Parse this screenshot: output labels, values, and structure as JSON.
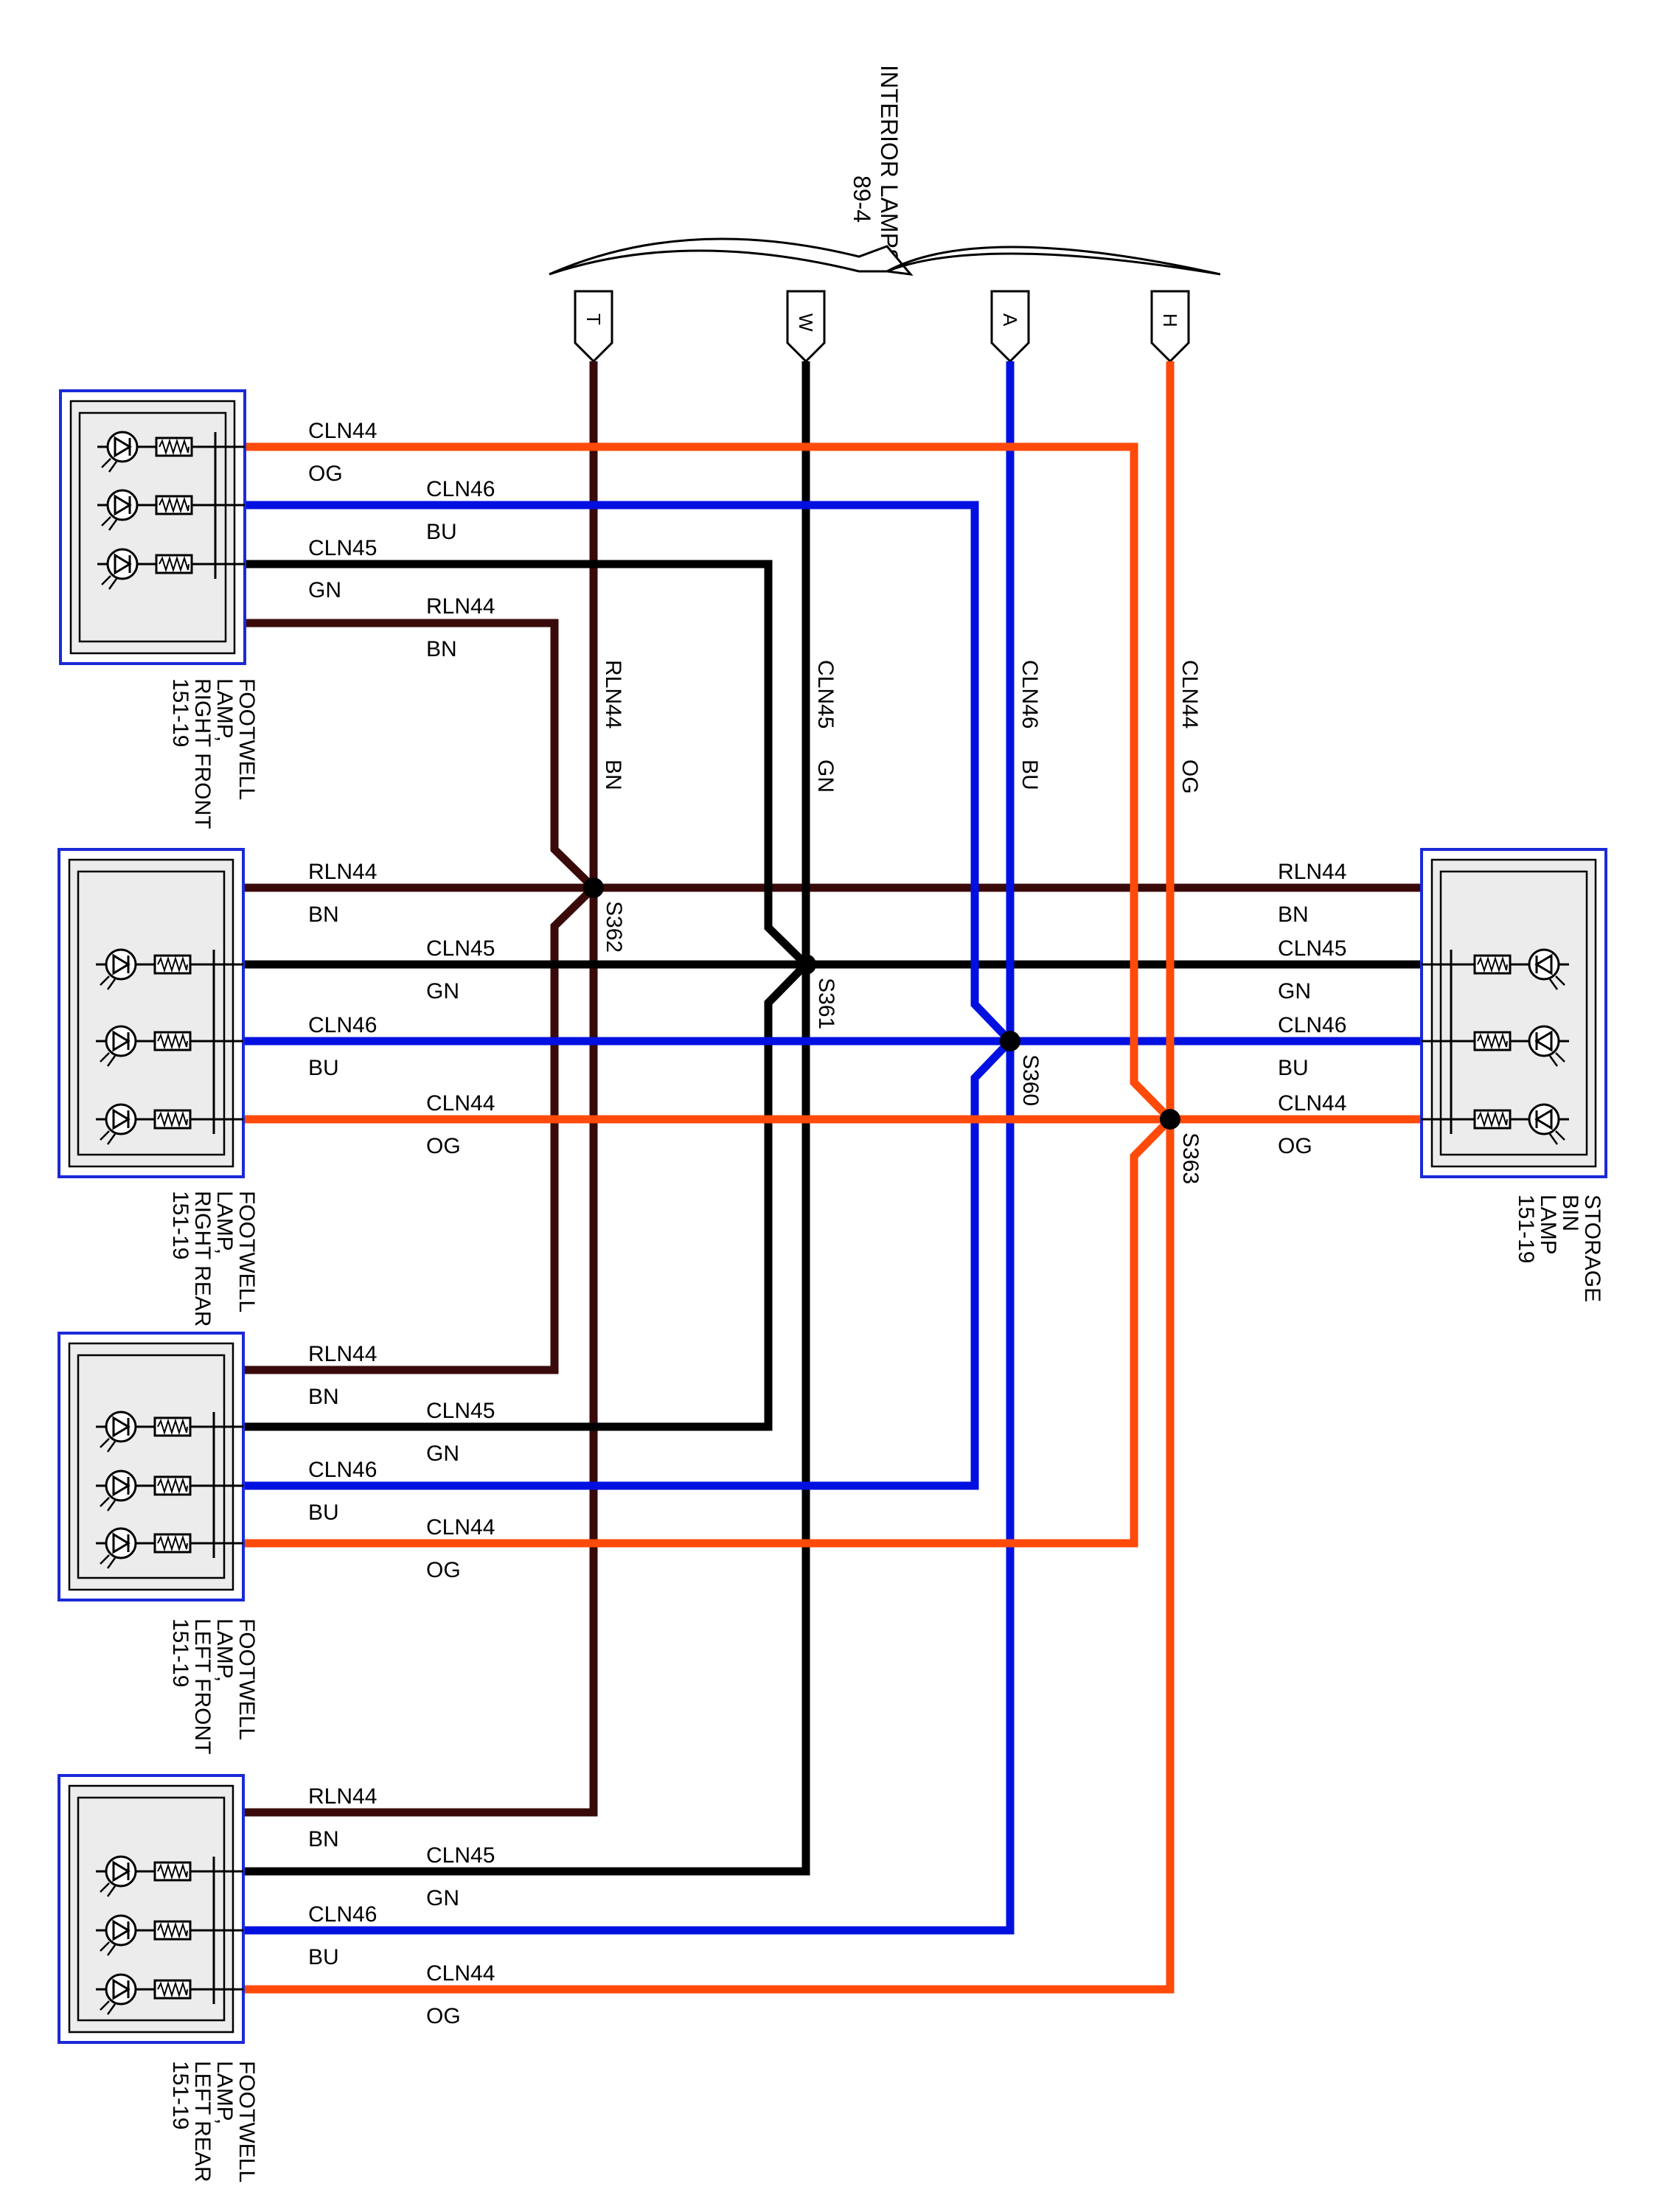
{
  "colors": {
    "BN": "#3a0a0a",
    "GN": "#000000",
    "BU": "#0010e0",
    "OG": "#ff4a0a",
    "frame": "#1a2ad8",
    "box_fill": "#ececec"
  },
  "header": {
    "line1": "INTERIOR LAMPS",
    "line2": "89-4"
  },
  "pins": [
    "T",
    "W",
    "A",
    "H"
  ],
  "riser_labels": [
    {
      "circuit": "RLN44",
      "color": "BN"
    },
    {
      "circuit": "CLN45",
      "color": "GN"
    },
    {
      "circuit": "CLN46",
      "color": "BU"
    },
    {
      "circuit": "CLN44",
      "color": "OG"
    }
  ],
  "splices": [
    "S362",
    "S361",
    "S360",
    "S363"
  ],
  "components": {
    "rf": [
      "FOOTWELL",
      "LAMP,",
      "RIGHT FRONT",
      "151-19"
    ],
    "rr": [
      "FOOTWELL",
      "LAMP,",
      "RIGHT REAR",
      "151-19"
    ],
    "lf": [
      "FOOTWELL",
      "LAMP,",
      "LEFT FRONT",
      "151-19"
    ],
    "lr": [
      "FOOTWELL",
      "LAMP,",
      "LEFT REAR",
      "151-19"
    ],
    "sb": [
      "STORAGE",
      "BIN",
      "LAMP",
      "151-19"
    ]
  },
  "wire_labels": {
    "rf": [
      {
        "circuit": "CLN44",
        "color": "OG"
      },
      {
        "circuit": "CLN46",
        "color": "BU"
      },
      {
        "circuit": "CLN45",
        "color": "GN"
      },
      {
        "circuit": "RLN44",
        "color": "BN"
      }
    ],
    "rr": [
      {
        "circuit": "RLN44",
        "color": "BN"
      },
      {
        "circuit": "CLN45",
        "color": "GN"
      },
      {
        "circuit": "CLN46",
        "color": "BU"
      },
      {
        "circuit": "CLN44",
        "color": "OG"
      }
    ],
    "sb": [
      {
        "circuit": "RLN44",
        "color": "BN"
      },
      {
        "circuit": "CLN45",
        "color": "GN"
      },
      {
        "circuit": "CLN46",
        "color": "BU"
      },
      {
        "circuit": "CLN44",
        "color": "OG"
      }
    ],
    "lf": [
      {
        "circuit": "RLN44",
        "color": "BN"
      },
      {
        "circuit": "CLN45",
        "color": "GN"
      },
      {
        "circuit": "CLN46",
        "color": "BU"
      },
      {
        "circuit": "CLN44",
        "color": "OG"
      }
    ],
    "lr": [
      {
        "circuit": "RLN44",
        "color": "BN"
      },
      {
        "circuit": "CLN45",
        "color": "GN"
      },
      {
        "circuit": "CLN46",
        "color": "BU"
      },
      {
        "circuit": "CLN44",
        "color": "OG"
      }
    ]
  }
}
